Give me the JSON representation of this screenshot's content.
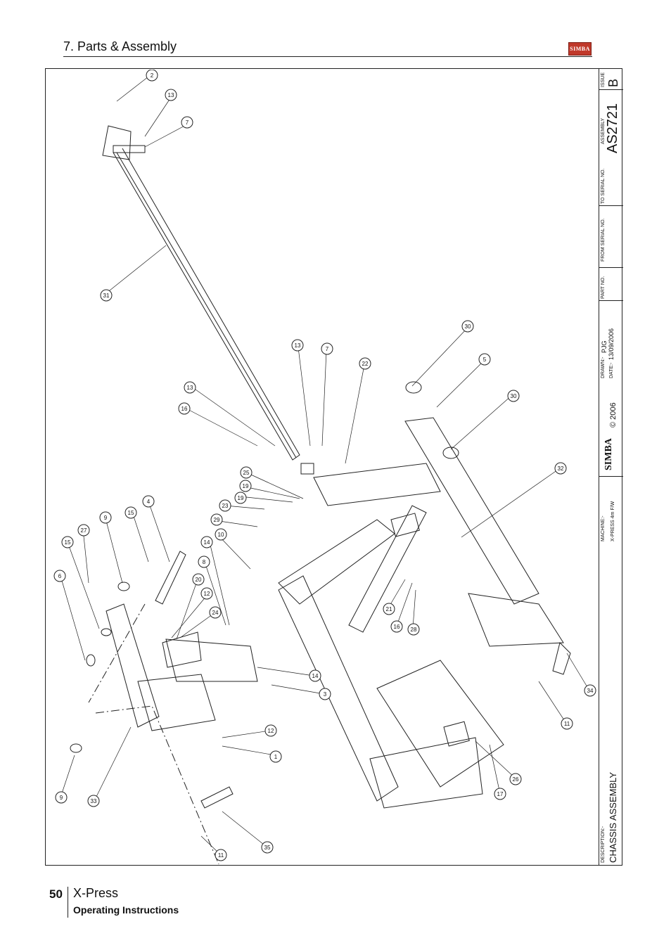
{
  "header": {
    "section_title": "7. Parts & Assembly",
    "logo_text": "SIMBA"
  },
  "title_block": {
    "issue_label": "ISSUE",
    "issue_value": "B",
    "assembly_label": "ASSEMBLY",
    "assembly_value": "AS2721",
    "to_serial_label": "TO SERIAL NO.",
    "from_serial_label": "FROM SERIAL NO.",
    "part_no_label": "PART NO.",
    "drawn_label": "DRAWN:-",
    "drawn_value": "PJG",
    "date_label": "DATE:-",
    "date_value": "13/09/2006",
    "copyright": "© 2006",
    "logo_text": "SIMBA",
    "machine_label": "MACHINE:-",
    "machine_value": "X-PRESS 4m F/W",
    "description_label": "DESCRIPTION:-",
    "description_value": "CHASSIS ASSEMBLY"
  },
  "callouts": [
    "2",
    "13",
    "7",
    "31",
    "13",
    "7",
    "22",
    "30",
    "5",
    "30",
    "13",
    "16",
    "25",
    "19",
    "19",
    "23",
    "29",
    "10",
    "32",
    "4",
    "15",
    "9",
    "27",
    "15",
    "14",
    "8",
    "20",
    "12",
    "24",
    "6",
    "21",
    "16",
    "28",
    "14",
    "3",
    "12",
    "1",
    "11",
    "34",
    "9",
    "33",
    "26",
    "17",
    "11",
    "35"
  ],
  "footer": {
    "page_number": "50",
    "product": "X-Press",
    "subtitle": "Operating Instructions"
  },
  "colors": {
    "line": "#222222",
    "logo": "#c0392b"
  }
}
